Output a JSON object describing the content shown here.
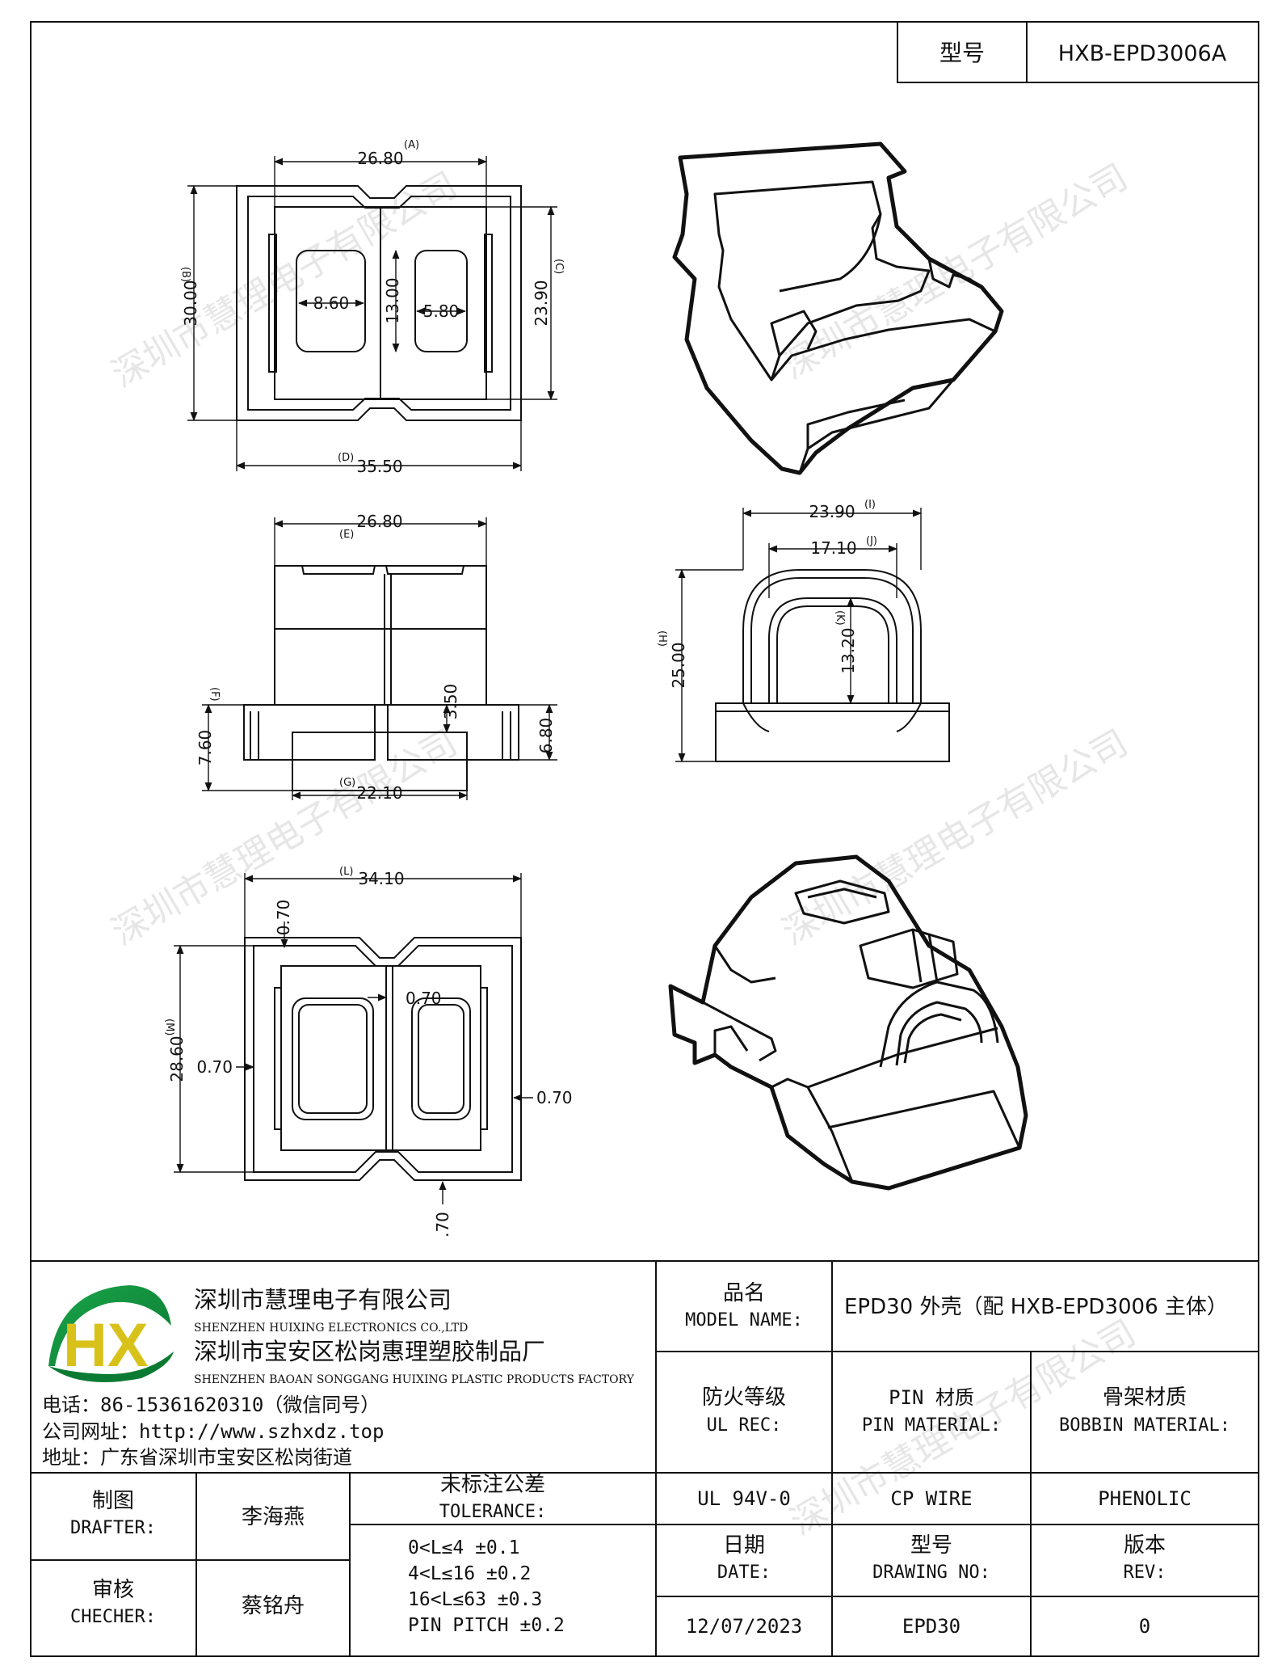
{
  "header": {
    "model_label": "型号",
    "model_value": "HXB-EPD3006A"
  },
  "watermark": "深圳市慧理电子有限公司",
  "top_view": {
    "tag_a": "(A)",
    "width_a": "26.80",
    "tag_b": "(B)",
    "height_b": "30.00",
    "tag_c": "(C)",
    "height_c": "23.90",
    "tag_d": "(D)",
    "width_d": "35.50",
    "hole_left": "8.60",
    "center": "13.00",
    "hole_right": "5.80"
  },
  "side_view": {
    "tag_e": "(E)",
    "width_e": "26.80",
    "tag_f": "(F)",
    "height_f": "7.60",
    "h_350": "3.50",
    "h_680": "6.80",
    "tag_g": "(G)",
    "width_g": "22.10"
  },
  "end_view": {
    "tag_i": "(I)",
    "width_i": "23.90",
    "tag_j": "(J)",
    "width_j": "17.10",
    "tag_h": "(H)",
    "height_h": "25.00",
    "tag_k": "(K)",
    "height_k": "13.20"
  },
  "bottom_view": {
    "tag_l": "(L)",
    "width_l": "34.10",
    "tag_m": "(M)",
    "height_m": "28.60",
    "t_top": "0.70",
    "t_mid": "0.70",
    "t_left": "0.70",
    "t_right": "0.70",
    "t_bottom": ".70"
  },
  "title_block": {
    "logo_letters": "HX",
    "company_cn": "深圳市慧理电子有限公司",
    "company_en": "SHENZHEN HUIXING ELECTRONICS CO.,LTD",
    "factory_cn": "深圳市宝安区松岗惠理塑胶制品厂",
    "factory_en": "SHENZHEN BAOAN SONGGANG HUIXING PLASTIC PRODUCTS FACTORY",
    "phone": "电话：86-15361620310（微信同号）",
    "website": "公司网址：http://www.szhxdz.top",
    "address": "地址：广东省深圳市宝安区松岗街道",
    "model_name_cn": "品名",
    "model_name_en": "MODEL NAME:",
    "model_name_value": "EPD30 外壳（配 HXB-EPD3006 主体）",
    "ul_cn": "防火等级",
    "ul_en": "UL REC:",
    "pin_cn": "PIN 材质",
    "pin_en": "PIN MATERIAL:",
    "bobbin_cn": "骨架材质",
    "bobbin_en": "BOBBIN MATERIAL:",
    "ul_value": "UL 94V-0",
    "pin_value": "CP WIRE",
    "bobbin_value": "PHENOLIC",
    "drafter_cn": "制图",
    "drafter_en": "DRAFTER:",
    "drafter_name": "李海燕",
    "checker_cn": "审核",
    "checker_en": "CHECHER:",
    "checker_name": "蔡铭舟",
    "tol_cn": "未标注公差",
    "tol_en": "TOLERANCE:",
    "tol_1": "0<L≤4   ±0.1",
    "tol_2": "4<L≤16  ±0.2",
    "tol_3": "16<L≤63 ±0.3",
    "tol_4": "PIN PITCH ±0.2",
    "date_cn": "日期",
    "date_en": "DATE:",
    "drawing_cn": "型号",
    "drawing_en": "DRAWING NO:",
    "rev_cn": "版本",
    "rev_en": "REV:",
    "date_value": "12/07/2023",
    "drawing_value": "EPD30",
    "rev_value": "0"
  }
}
